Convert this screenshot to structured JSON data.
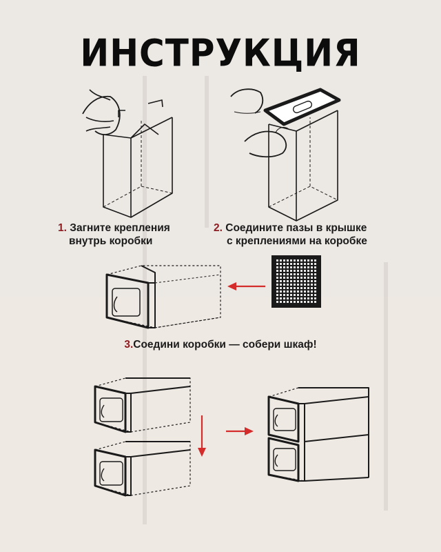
{
  "title": "ИНСТРУКЦИЯ",
  "steps": [
    {
      "num": "1.",
      "line1": "Загните крепления",
      "line2": "внутрь коробки"
    },
    {
      "num": "2.",
      "line1": "Соедините пазы в крышке",
      "line2": "с креплениями на коробке"
    },
    {
      "num": "3.",
      "line1": "Соедини коробки — собери шкаф!"
    }
  ],
  "colors": {
    "accent_number": "#8e1b1f",
    "arrow": "#d42b2b",
    "line": "#1a1a1a"
  }
}
